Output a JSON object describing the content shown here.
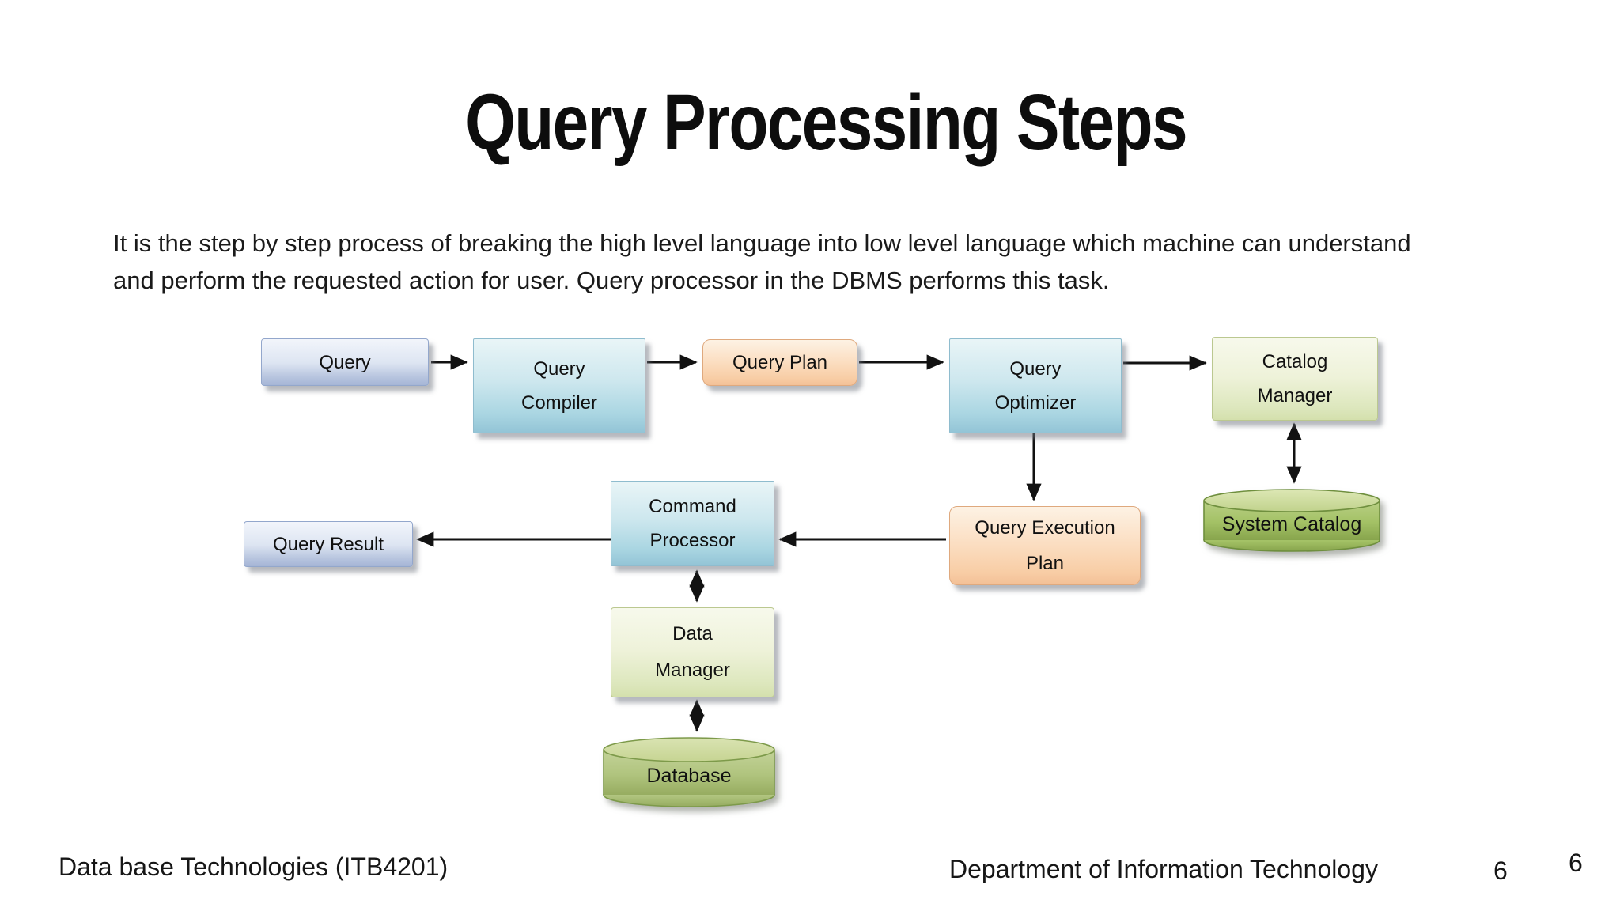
{
  "slide": {
    "title": "Query Processing Steps",
    "description_lines": [
      "It is the step by step process of breaking the high level language into low level language which machine can understand",
      "and perform the requested action for user. Query processor in the DBMS performs this task."
    ],
    "footer": {
      "left": "Data base Technologies (ITB4201)",
      "center": "Department of Information Technology",
      "page": "6",
      "page_alt": "6"
    }
  },
  "diagram": {
    "nodes": [
      {
        "id": "query",
        "shape": "rect",
        "color": "blue",
        "lines": [
          "Query"
        ]
      },
      {
        "id": "query-compiler",
        "shape": "rect",
        "color": "cyan",
        "lines": [
          "Query",
          "Compiler"
        ]
      },
      {
        "id": "query-plan",
        "shape": "rect",
        "color": "peach",
        "lines": [
          "Query Plan"
        ]
      },
      {
        "id": "query-optimizer",
        "shape": "rect",
        "color": "cyan",
        "lines": [
          "Query",
          "Optimizer"
        ]
      },
      {
        "id": "catalog-manager",
        "shape": "rect",
        "color": "green",
        "lines": [
          "Catalog",
          "Manager"
        ]
      },
      {
        "id": "query-result",
        "shape": "rect",
        "color": "blue",
        "lines": [
          "Query Result"
        ]
      },
      {
        "id": "command-processor",
        "shape": "rect",
        "color": "cyan",
        "lines": [
          "Command",
          "Processor"
        ]
      },
      {
        "id": "query-execution-plan",
        "shape": "rect",
        "color": "peach",
        "lines": [
          "Query Execution",
          "Plan"
        ]
      },
      {
        "id": "system-catalog",
        "shape": "cylinder",
        "color": "green-db",
        "lines": [
          "System Catalog"
        ]
      },
      {
        "id": "data-manager",
        "shape": "rect",
        "color": "green",
        "lines": [
          "Data",
          "Manager"
        ]
      },
      {
        "id": "database",
        "shape": "cylinder",
        "color": "green-db",
        "lines": [
          "Database"
        ]
      }
    ],
    "edges": [
      {
        "from": "query",
        "to": "query-compiler",
        "direction": "single"
      },
      {
        "from": "query-compiler",
        "to": "query-plan",
        "direction": "single"
      },
      {
        "from": "query-plan",
        "to": "query-optimizer",
        "direction": "single"
      },
      {
        "from": "query-optimizer",
        "to": "catalog-manager",
        "direction": "single"
      },
      {
        "from": "query-optimizer",
        "to": "query-execution-plan",
        "direction": "single"
      },
      {
        "from": "catalog-manager",
        "to": "system-catalog",
        "direction": "double"
      },
      {
        "from": "query-execution-plan",
        "to": "command-processor",
        "direction": "single"
      },
      {
        "from": "command-processor",
        "to": "query-result",
        "direction": "single"
      },
      {
        "from": "command-processor",
        "to": "data-manager",
        "direction": "double"
      },
      {
        "from": "data-manager",
        "to": "database",
        "direction": "double"
      }
    ],
    "colors": {
      "blue_box_top": "#f2f5fb",
      "blue_box_bottom": "#a5b5d6",
      "cyan_box_top": "#e9f5f7",
      "cyan_box_bottom": "#93c4d6",
      "peach_box_top": "#fdf2e4",
      "peach_box_bottom": "#f3c097",
      "green_box_top": "#f7f9ec",
      "green_box_bottom": "#d4e0ad",
      "cylinder_top": "#d6e2ab",
      "cylinder_body": "#a3c165",
      "cylinder_border": "#6f8f3e",
      "arrow": "#121212",
      "text": "#111111",
      "background": "#ffffff"
    }
  }
}
